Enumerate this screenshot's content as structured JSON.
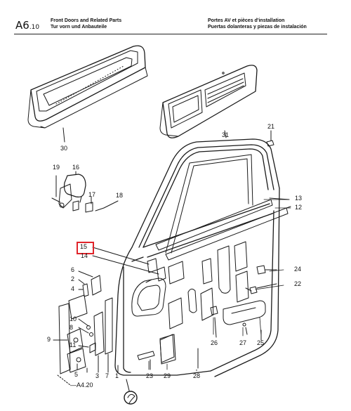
{
  "header": {
    "section_code": "A6",
    "section_sub": ".10",
    "title_en": "Front Doors and Related Parts",
    "title_de": "Tur vorn und Anbauteile",
    "title_fr": "Portes AV et pièces d'installation",
    "title_es": "Puertas dolanteras y piezas de instalación"
  },
  "callouts": [
    {
      "id": "c30",
      "text": "30"
    },
    {
      "id": "c31",
      "text": "31"
    },
    {
      "id": "c21",
      "text": "21"
    },
    {
      "id": "c19",
      "text": "19"
    },
    {
      "id": "c16",
      "text": "16"
    },
    {
      "id": "c17",
      "text": "17"
    },
    {
      "id": "c18",
      "text": "18"
    },
    {
      "id": "c13",
      "text": "13"
    },
    {
      "id": "c12",
      "text": "12"
    },
    {
      "id": "c15",
      "text": "15"
    },
    {
      "id": "c14",
      "text": "14"
    },
    {
      "id": "c6",
      "text": "6"
    },
    {
      "id": "c2",
      "text": "2"
    },
    {
      "id": "c4",
      "text": "4"
    },
    {
      "id": "c24",
      "text": "24"
    },
    {
      "id": "c22",
      "text": "22"
    },
    {
      "id": "c10",
      "text": "10"
    },
    {
      "id": "c8",
      "text": "8"
    },
    {
      "id": "c9",
      "text": "9"
    },
    {
      "id": "c11",
      "text": "11"
    },
    {
      "id": "c5",
      "text": "5"
    },
    {
      "id": "c3",
      "text": "3"
    },
    {
      "id": "c7",
      "text": "7"
    },
    {
      "id": "c1",
      "text": "1"
    },
    {
      "id": "c26",
      "text": "26"
    },
    {
      "id": "c27",
      "text": "27"
    },
    {
      "id": "c25",
      "text": "25"
    },
    {
      "id": "c23",
      "text": "23"
    },
    {
      "id": "c29",
      "text": "29"
    },
    {
      "id": "c28",
      "text": "28"
    },
    {
      "id": "cA4",
      "text": "A4.20"
    }
  ],
  "highlight": {
    "target": "15",
    "color": "#e0242a"
  }
}
